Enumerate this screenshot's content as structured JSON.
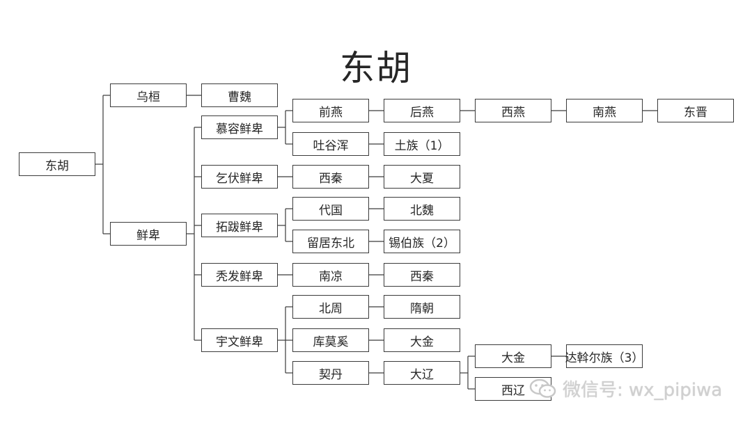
{
  "diagram": {
    "title": "东胡",
    "nodes": {
      "root": "东胡",
      "wuhuan": "乌桓",
      "caowei": "曹魏",
      "xianbei": "鲜卑",
      "murong": "慕容鲜卑",
      "qianyan": "前燕",
      "houyan": "后燕",
      "xiyan": "西燕",
      "nanyan": "南燕",
      "dongjin": "东晋",
      "tuguhun": "吐谷浑",
      "tuzu": "土族（1）",
      "qifu": "乞伏鲜卑",
      "xiqin1": "西秦",
      "daxia": "大夏",
      "tuoba": "拓跋鲜卑",
      "daiguo": "代国",
      "beiwei": "北魏",
      "liuju": "留居东北",
      "xibo": "锡伯族（2）",
      "tufa": "秃发鲜卑",
      "nanliang": "南凉",
      "xiqin2": "西秦",
      "yuwen": "宇文鲜卑",
      "beizhou": "北周",
      "suichao": "隋朝",
      "kumoxi": "库莫奚",
      "dajin1": "大金",
      "qidan": "契丹",
      "daliao": "大辽",
      "dajin2": "大金",
      "dawoer": "达斡尔族（3）",
      "xiliao": "西辽"
    }
  },
  "watermark": {
    "text": "微信号: wx_pipiwa",
    "icon": "wechat-icon"
  }
}
